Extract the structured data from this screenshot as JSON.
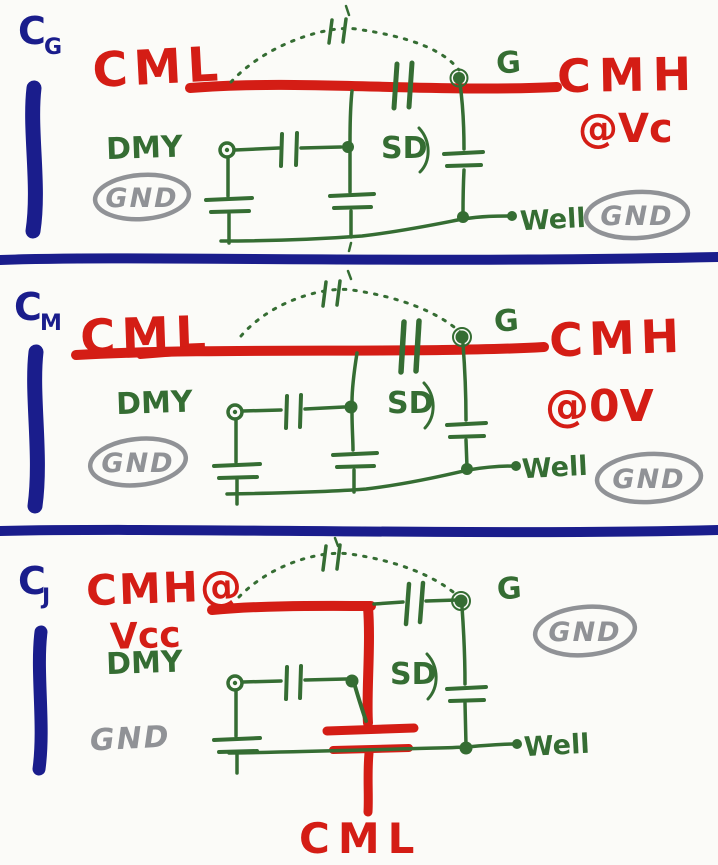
{
  "colors": {
    "paper": "#fbfbf8",
    "ink_blue": "#1a1d8c",
    "ink_red": "#d41d15",
    "ink_green": "#356d33",
    "ink_gray": "#909296"
  },
  "panels": [
    {
      "tag": "C",
      "tag_sub": "G",
      "left_label": "CML",
      "right_label": "CMH",
      "right_note": "@Vc",
      "dmy_label": "DMY",
      "gnd_left": "GND",
      "sd_label": "SD",
      "gate_label": "G",
      "well_label": "Well",
      "gnd_right": "GND"
    },
    {
      "tag": "C",
      "tag_sub": "M",
      "left_label": "CML",
      "right_label": "CMH",
      "right_note": "@0V",
      "dmy_label": "DMY",
      "gnd_left": "GND",
      "sd_label": "SD",
      "gate_label": "G",
      "well_label": "Well",
      "gnd_right": "GND"
    },
    {
      "tag": "C",
      "tag_sub": "J",
      "top_label": "CMH@",
      "top_note": "Vcc",
      "bottom_label": "CML",
      "dmy_label": "DMY",
      "gnd_left": "GND",
      "sd_label": "SD",
      "gate_label": "G",
      "gnd_gate": "GND",
      "well_label": "Well"
    }
  ]
}
